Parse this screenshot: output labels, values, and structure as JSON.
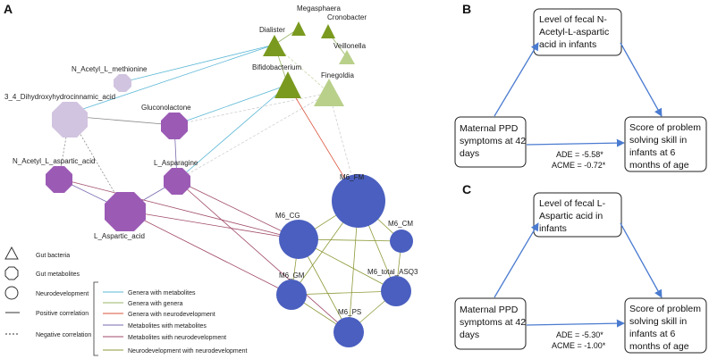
{
  "panels": {
    "a_letter": "A",
    "b_letter": "B",
    "c_letter": "C"
  },
  "network": {
    "nodes": {
      "megasphaera": "Megasphaera",
      "cronobacter": "Cronobacter",
      "dialister": "Dialister",
      "veillonella": "Veillonella",
      "n_acetyl_methionine": "N_Acetyl_L_methionine",
      "bifidobacterium": "Bifidobacterium",
      "finegoldia": "Finegoldia",
      "dihydroxy": "3_4_Dihydroxyhydrocinnamic_acid",
      "gluconolactone": "Gluconolactone",
      "n_acetyl_aspartic": "N_Acetyl_L_aspartic_acid",
      "asparagine": "L_Asparagine",
      "aspartic": "L_Aspartic_acid",
      "m6_fm": "M6_FM",
      "m6_cg": "M6_CG",
      "m6_cm": "M6_CM",
      "m6_total": "M6_total_ASQ3",
      "m6_gm": "M6_GM",
      "m6_ps": "M6_PS"
    },
    "colors": {
      "bacteria_dark": "#7a9a1f",
      "bacteria_light": "#b9d08a",
      "metabolite_dark": "#9b5bb5",
      "metabolite_light": "#d1c4e0",
      "neuro": "#4a5fbf",
      "edge_genera_metab": "#5bb7d6",
      "edge_genera_genera": "#9ab56a",
      "edge_genera_neuro": "#d9533b",
      "edge_metab_metab": "#7a6bb0",
      "edge_metab_neuro": "#a04a6a",
      "edge_neuro_neuro": "#8f9a3a"
    }
  },
  "legend": {
    "shapes": [
      "Gut bacteria",
      "Gut metabolites",
      "Neurodevelopment"
    ],
    "line_styles": [
      "Positive correlation",
      "Negative correlation"
    ],
    "edge_types": [
      "Genera with metabolites",
      "Genera with genera",
      "Genera with neurodevelopment",
      "Metabolites with metabolites",
      "Metabolites with neurodevelopment",
      "Neurodevelopment with neurodevelopment"
    ]
  },
  "mediation_b": {
    "mediator": [
      "Level of fecal N-",
      "Acetyl-L-aspartic",
      "acid in infants"
    ],
    "exposure": [
      "Maternal PPD",
      "symptoms at 42",
      "days"
    ],
    "outcome": [
      "Score of problem",
      "solving skill in",
      "infants at 6",
      "months of age"
    ],
    "ade": "ADE = -5.58*",
    "acme": "ACME = -0.72*"
  },
  "mediation_c": {
    "mediator": [
      "Level of fecal L-",
      "Aspartic acid in",
      "infants"
    ],
    "exposure": [
      "Maternal PPD",
      "symptoms at 42",
      "days"
    ],
    "outcome": [
      "Score of problem",
      "solving skill in",
      "infants at 6",
      "months of age"
    ],
    "ade": "ADE = -5.30*",
    "acme": "ACME = -1.00*"
  }
}
